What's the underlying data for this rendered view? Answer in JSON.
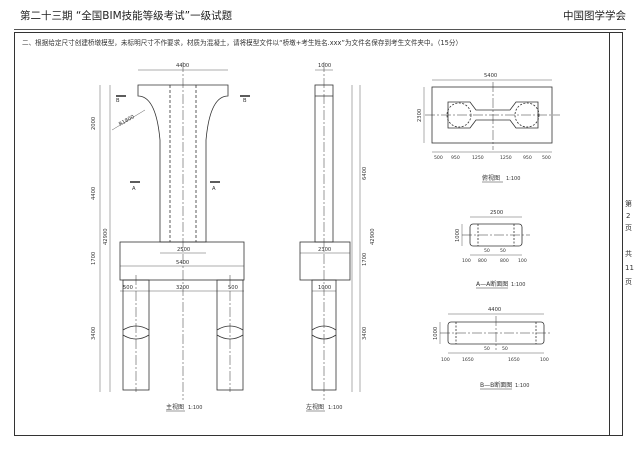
{
  "header": {
    "title": "第二十三期 “全国BIM技能等级考试”一级试题",
    "org": "中国图学学会"
  },
  "question": "二、根据给定尺寸创建桥墩模型，未标明尺寸不作要求，材质为混凝土，请将模型文件以“桥墩+考生姓名.xxx”为文件名保存到考生文件夹中。（15分）",
  "side_page": [
    "第",
    "2",
    "页",
    "共",
    "11",
    "页"
  ],
  "front_view": {
    "caption": "主视图",
    "scale": "1:100",
    "dims": {
      "top_width": "4400",
      "h2000": "2000",
      "h4400": "4400",
      "h1700": "1700",
      "h3400": "3400",
      "total": "42900",
      "radius": "R1800",
      "cap_inner": "2500",
      "cap_width": "5400",
      "b500a": "500",
      "b3200": "3200",
      "b500b": "500"
    },
    "markers": {
      "b": "B",
      "a": "A"
    }
  },
  "side_view": {
    "caption": "左视图",
    "scale": "1:100",
    "dims": {
      "top": "1000",
      "h6400": "6400",
      "total": "42900",
      "cap": "2300",
      "h1700": "1700",
      "h3400": "3400",
      "leg": "1000"
    }
  },
  "top_view": {
    "caption": "俯视图",
    "scale": "1:100",
    "dims": {
      "width": "5400",
      "height": "2300",
      "row": [
        "500",
        "950",
        "1250",
        "1250",
        "950",
        "500"
      ]
    }
  },
  "section_a": {
    "caption": "A—A断面图",
    "scale": "1:100",
    "dims": {
      "width": "2500",
      "height": "1000",
      "small": [
        "50",
        "50"
      ],
      "row": [
        "100",
        "800",
        "800",
        "100"
      ]
    }
  },
  "section_b": {
    "caption": "B—B断面图",
    "scale": "1:100",
    "dims": {
      "width": "4400",
      "height": "1000",
      "small": [
        "50",
        "50"
      ],
      "row": [
        "100",
        "1650",
        "1650",
        "100"
      ]
    }
  }
}
